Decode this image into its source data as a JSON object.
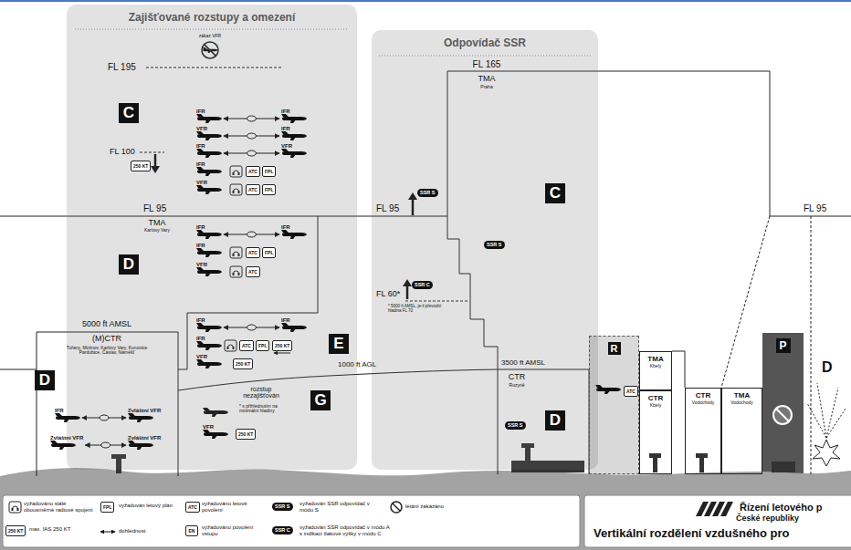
{
  "diagram": {
    "title": "Vertikální rozdělení vzdušného pro",
    "nodes": [
      {
        "text": [
          "Zajišťované rozstupy a omezení"
        ]
      },
      {
        "text": [
          "C"
        ],
        "in": 0
      },
      {
        "text": [
          "IFR"
        ],
        "in": 0
      },
      {
        "text": [
          "IFR"
        ],
        "in": 0
      },
      {
        "text": [
          "VFR"
        ],
        "in": 0
      },
      {
        "text": [
          "IFR"
        ],
        "in": 0
      },
      {
        "text": [
          "IFR"
        ],
        "in": 0
      },
      {
        "text": [
          "VFR"
        ],
        "in": 0
      },
      {
        "text": [
          "IFR"
        ],
        "in": 0
      },
      {
        "text": [
          "VFR"
        ],
        "in": 0
      },
      {
        "text": [
          "D"
        ],
        "in": 0
      },
      {
        "text": [
          "IFR"
        ],
        "in": 0
      },
      {
        "text": [
          "IFR"
        ],
        "in": 0
      },
      {
        "text": [
          "IFR"
        ],
        "in": 0
      },
      {
        "text": [
          "VFR"
        ],
        "in": 0
      },
      {
        "text": [
          "E"
        ],
        "in": 0
      },
      {
        "text": [
          "IFR"
        ],
        "in": 0
      },
      {
        "text": [
          "IFR"
        ],
        "in": 0
      },
      {
        "text": [
          "IFR"
        ],
        "in": 0
      },
      {
        "text": [
          "VFR"
        ],
        "in": 0
      },
      {
        "text": [
          "G"
        ],
        "in": 0
      },
      {
        "text": [
          "VFR"
        ],
        "in": 0
      },
      {
        "text": [
          "Odpovídač SSR"
        ]
      },
      {
        "text": [
          "C"
        ],
        "in": 22
      },
      {
        "text": [
          "D"
        ],
        "in": 22
      },
      {
        "text": [
          "D"
        ]
      },
      {
        "text": [
          "IFR"
        ]
      },
      {
        "text": [
          "Zvláštní VFR"
        ]
      },
      {
        "text": [
          "Zvláštní VFR"
        ]
      },
      {
        "text": [
          "Zvláštní VFR"
        ]
      },
      {
        "text": [
          "R"
        ]
      },
      {
        "text": [
          "TMA",
          "Kbely"
        ]
      },
      {
        "text": [
          "CTR",
          "Kbely"
        ]
      },
      {
        "text": [
          "CTR",
          "Vodochody"
        ]
      },
      {
        "text": [
          "TMA",
          "Vodochody"
        ]
      },
      {
        "text": [
          "P"
        ]
      },
      {
        "text": [
          "Řízení letového p",
          "České republiky"
        ]
      }
    ],
    "edges": [
      {
        "from": 2,
        "to": 3,
        "arrow": "both"
      },
      {
        "from": 4,
        "to": 5,
        "arrow": "both"
      },
      {
        "from": 6,
        "to": 7,
        "arrow": "both"
      },
      {
        "from": 11,
        "to": 12,
        "arrow": "both"
      },
      {
        "from": 16,
        "to": 17,
        "arrow": "both"
      },
      {
        "from": 26,
        "to": 27,
        "arrow": "both"
      },
      {
        "from": 28,
        "to": 29,
        "arrow": "both"
      }
    ],
    "labels": [
      "zákaz VFR",
      "FL 195",
      "FL 100",
      "250 KT",
      "ATC",
      "FPL",
      "ATC",
      "FPL",
      "FL 95",
      "TMA",
      "Karlovy Vary",
      "ATC",
      "FPL",
      "ATC",
      "5000 ft AMSL",
      "(M)CTR",
      "Tuřany, Mošnov, Karlovy Vary, Kunovice Pardubice, Čáslav, Náměšť",
      "ATC",
      "FPL",
      "250 KT",
      "250 KT",
      "1000 ft AGL",
      "rozstup nezajišťován",
      "* s přihlédnutím na minimální hladiny",
      "250 KT",
      "FL 165",
      "TMA",
      "Praha",
      "FL 95",
      "SSR S",
      "SSR S",
      "FL 60*",
      "SSR C",
      "* 5000 ft AMSL, je-li převodní hladina FL 70",
      "3500 ft AMSL",
      "CTR",
      "Ruzyně",
      "SSR S",
      "ATC",
      "FL 95",
      "D",
      "FPL",
      "ATC",
      "SSR S",
      "250 KT",
      "EN",
      "SSR C"
    ],
    "legend": [
      {
        "text": "vyžadováno stálé obousměrné radiové spojení"
      },
      {
        "text": "vyžadován letový plán"
      },
      {
        "text": "vyžadováno letové povolení"
      },
      {
        "text": "vyžadován SSR odpovídač v módu S"
      },
      {
        "text": "létání zakázáno"
      },
      {
        "text": "max. IAS 250 KT"
      },
      {
        "text": "dohlednost"
      },
      {
        "text": "vyžadováno povolení vstupu"
      },
      {
        "text": "vyžadován SSR odpovídač v módu A s indikací tlakové výšky v módu C"
      }
    ]
  }
}
